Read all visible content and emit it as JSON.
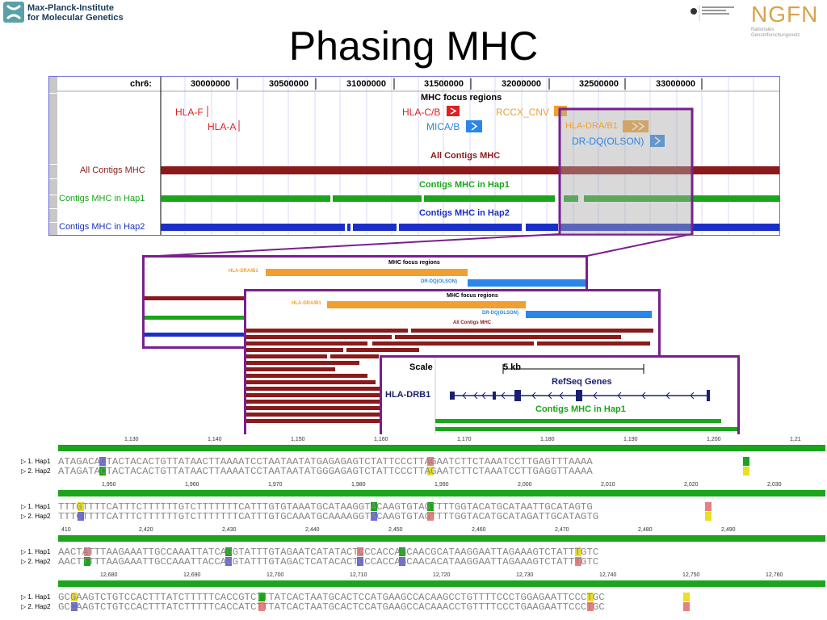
{
  "institute": {
    "line1": "Max-Planck-Institute",
    "line2": "for Molecular Genetics"
  },
  "title": "Phasing MHC",
  "partner_logo": {
    "word": "NGFN",
    "sub1": "Nationales",
    "sub2": "Genomforschungsnetz"
  },
  "browser": {
    "chrom_label": "chr6:",
    "ticks": [
      "30000000",
      "30500000",
      "31000000",
      "31500000",
      "32000000",
      "32500000",
      "33000000"
    ],
    "focus_title": "MHC focus regions",
    "features": [
      "HLA-F",
      "HLA-A",
      "HLA-C/B",
      "MICA/B",
      "RCCX_CNV",
      "HLA-DRA/B1",
      "DR-DQ(OLSON)"
    ],
    "all_contigs_title": "All Contigs MHC",
    "hap1_title": "Contigs MHC in Hap1",
    "hap2_title": "Contigs MHC in Hap2",
    "side_labels": [
      "All Contigs MHC",
      "Contigs MHC in Hap1",
      "Contigs MHC in Hap2"
    ]
  },
  "zoom1": {
    "focus_title": "MHC focus regions",
    "f1": "HLA-DRA/B1",
    "f2": "DR-DQ(OLSON)"
  },
  "zoom2": {
    "focus_title": "MHC focus regions",
    "f1": "HLA-DRA/B1",
    "f2": "DR-DQ(OLSON)",
    "all_contigs": "All Contigs MHC"
  },
  "zoom3": {
    "scale_label": "Scale",
    "scale_value": "5 kb",
    "refseq": "RefSeq Genes",
    "gene": "HLA-DRB1",
    "hap1": "Contigs MHC in Hap1"
  },
  "alignment": {
    "hap1_label": "1. Hap1",
    "hap2_label": "2. Hap2",
    "rows": [
      {
        "ticks": [
          "1,130",
          "1,140",
          "1,150",
          "1,160",
          "1,170",
          "1,180",
          "1,190",
          "1,200",
          "1,21"
        ],
        "hap1": "ATAGACACTACTACACTGTTATAACTTAAAATCCTAATAATATGAGAGAGTCTATTCCCTTAGAATCTTCTAAATCCTTGAGTTTAAAA",
        "hap2": "ATAGATACTACTACACTGTTATAACTTAAAATCCTAATAATATGGGAGAGTCTATTCCCTTAGAATCTTCTAAATCCTTGAGGTTAAAA"
      },
      {
        "ticks": [
          "1,950",
          "1,960",
          "1,970",
          "1,980",
          "1,990",
          "2,000",
          "2,010",
          "2,020",
          "2,030"
        ],
        "hap1": "TTTGTTTTCATTTCTTTTTTGTCTTTTTTTCATTTGTGTAAATGCATAAGGTACAAGTGTAGTTTTGGTACATGCATAATTGCATAGTG",
        "hap2": "TTTCTTTTCATTTCTTTTTTGTCTTTTTTTCATTTGTGCAAATGCAAAAGGTACAAGTGTAGTTTTGGTACATGCATAGATTGCATAGTG"
      },
      {
        "ticks": [
          "410",
          "2,420",
          "2,430",
          "2,440",
          "2,450",
          "2,460",
          "2,470",
          "2,480",
          "2,490"
        ],
        "hap1": "AACTATTTAAGAAATTGCCAAATTATCAGGTATTTGTAGAATCATATACTCCCACCAGCAACGCATAAGGAATTAGAAAGTCTATTTGTC",
        "hap2": "AACTTTTTAAGAAATTGCCAAATTACCAGGTATTTGTAGACTCATACACTCCCACCAGCAACACATAAGGAATTAGAAAGTCTATTTGTC"
      },
      {
        "ticks": [
          "12,680",
          "12,690",
          "12,700",
          "12,710",
          "12,720",
          "12,730",
          "12,740",
          "12,750",
          "12,760"
        ],
        "hap1": "GCGAAGTCTGTCCACTTTATCTTTTTCACCGTCTTTATCACTAATGCACTCCATGAAGCCACAAGCCTGTTTTCCCTGGAGAATTCCCTGC",
        "hap2": "GCCAAGTCTGTCCACTTTATCTTTTTCACCATCTTTATCACTAATGCACTCCATGAAGCCACAAACCTGTTTTCCCTGAAGAATTCCCTGC"
      }
    ]
  },
  "colors": {
    "accent_purple": "#7a1f8f",
    "contig_red": "#8b1a1a",
    "hap1_green": "#1aa51a",
    "hap2_blue": "#1a2fc8",
    "focus_orange": "#f0a030",
    "focus_blue": "#2a86e8",
    "feature_red": "#e02020"
  }
}
